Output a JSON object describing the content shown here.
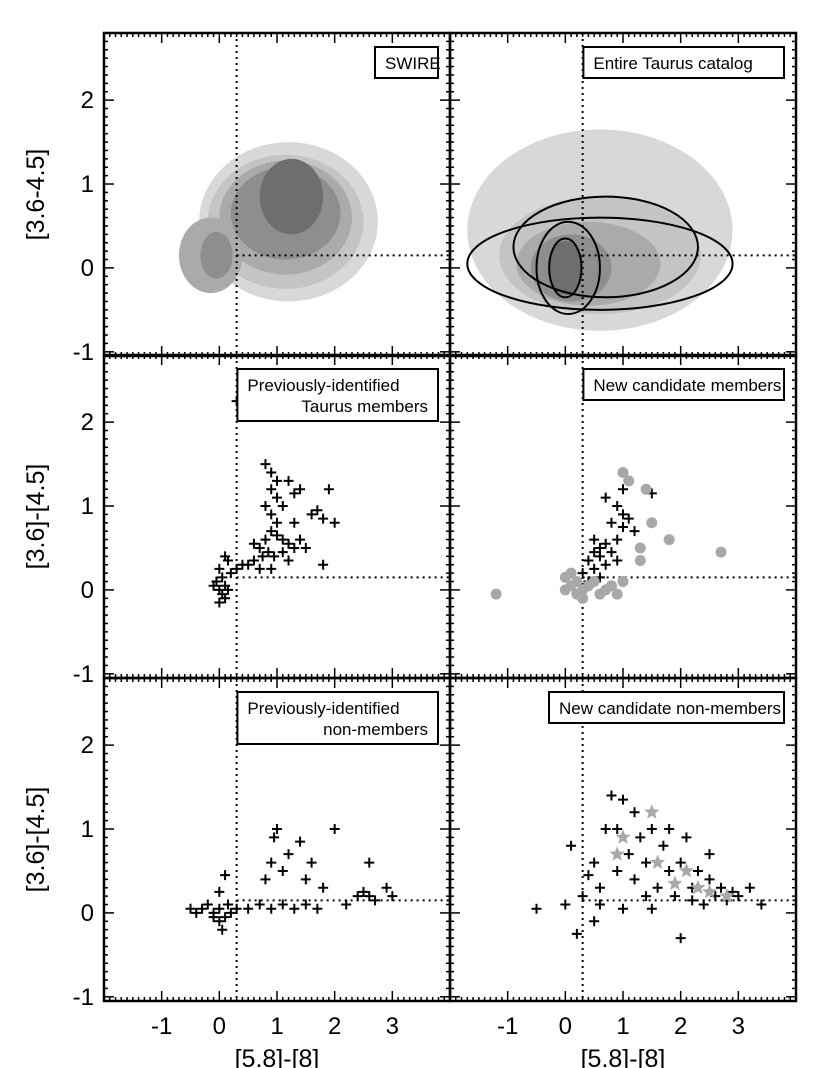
{
  "chart_data": {
    "type": "scatter",
    "layout": "3x2 grid of color-color diagrams",
    "xlim": [
      -2,
      4
    ],
    "ylim": [
      -1.05,
      2.8
    ],
    "x_ticks": [
      "-1",
      "0",
      "1",
      "2",
      "3"
    ],
    "y_ticks": [
      "-1",
      "0",
      "1",
      "2"
    ],
    "y_tick_values": [
      -1,
      0,
      1,
      2
    ],
    "x_tick_values": [
      -1,
      0,
      1,
      2,
      3
    ],
    "xlabel": "[5.8]-[8]",
    "ylabel_top": "[3.6-4.5]",
    "ylabel": "[3.6]-[4.5]",
    "reference_lines": {
      "x": 0.3,
      "y": 0.15,
      "style": "dotted"
    },
    "panels": [
      {
        "legend": [
          "SWIRE"
        ],
        "kind": "filled-density-contours",
        "shades": [
          "#d8d8d8",
          "#c4c4c4",
          "#aaaaaa",
          "#8e8e8e",
          "#6e6e6e"
        ],
        "density_peak": {
          "x": 1.2,
          "y": 0.9
        }
      },
      {
        "legend": [
          "Entire Taurus catalog"
        ],
        "kind": "filled-density-contours-with-line-contours",
        "shades": [
          "#d8d8d8",
          "#c4c4c4",
          "#aaaaaa",
          "#8e8e8e",
          "#6e6e6e"
        ],
        "density_peak": {
          "x": 0.0,
          "y": 0.0
        }
      },
      {
        "legend": [
          "Previously-identified",
          "Taurus members"
        ],
        "series": [
          {
            "marker": "plus",
            "color": "#000000",
            "points": [
              [
                0.3,
                2.25
              ],
              [
                0.8,
                1.5
              ],
              [
                0.9,
                1.4
              ],
              [
                1.0,
                1.3
              ],
              [
                1.2,
                1.3
              ],
              [
                1.4,
                1.2
              ],
              [
                1.3,
                1.15
              ],
              [
                0.9,
                1.2
              ],
              [
                1.0,
                1.1
              ],
              [
                1.1,
                1.0
              ],
              [
                1.9,
                1.2
              ],
              [
                1.6,
                0.9
              ],
              [
                1.8,
                0.85
              ],
              [
                2.0,
                0.8
              ],
              [
                1.7,
                0.95
              ],
              [
                1.8,
                0.3
              ],
              [
                0.8,
                1.0
              ],
              [
                0.9,
                0.9
              ],
              [
                1.0,
                0.8
              ],
              [
                0.9,
                0.7
              ],
              [
                0.8,
                0.6
              ],
              [
                1.0,
                0.65
              ],
              [
                1.1,
                0.6
              ],
              [
                1.2,
                0.55
              ],
              [
                1.3,
                0.5
              ],
              [
                1.1,
                0.45
              ],
              [
                0.95,
                0.4
              ],
              [
                0.85,
                0.45
              ],
              [
                0.7,
                0.5
              ],
              [
                0.75,
                0.4
              ],
              [
                0.6,
                0.35
              ],
              [
                0.5,
                0.3
              ],
              [
                0.4,
                0.3
              ],
              [
                0.3,
                0.25
              ],
              [
                0.2,
                0.2
              ],
              [
                0.15,
                0.35
              ],
              [
                0.1,
                0.4
              ],
              [
                0.0,
                0.25
              ],
              [
                0.05,
                0.15
              ],
              [
                -0.05,
                0.1
              ],
              [
                0.1,
                0.05
              ],
              [
                0.0,
                0.0
              ],
              [
                0.15,
                0.0
              ],
              [
                0.05,
                -0.05
              ],
              [
                0.1,
                -0.1
              ],
              [
                0.0,
                -0.15
              ],
              [
                -0.1,
                0.05
              ],
              [
                1.2,
                0.35
              ],
              [
                1.4,
                0.6
              ],
              [
                1.3,
                0.8
              ],
              [
                0.9,
                0.25
              ],
              [
                0.7,
                0.25
              ],
              [
                0.6,
                0.55
              ],
              [
                1.5,
                0.5
              ]
            ]
          }
        ]
      },
      {
        "legend": [
          "New candidate members"
        ],
        "series": [
          {
            "marker": "plus",
            "color": "#000000",
            "points": [
              [
                0.7,
                1.1
              ],
              [
                0.9,
                1.0
              ],
              [
                1.0,
                0.9
              ],
              [
                1.1,
                0.85
              ],
              [
                0.8,
                0.8
              ],
              [
                1.0,
                0.75
              ],
              [
                1.2,
                0.7
              ],
              [
                0.9,
                0.6
              ],
              [
                0.7,
                0.55
              ],
              [
                0.6,
                0.5
              ],
              [
                0.5,
                0.45
              ],
              [
                0.8,
                0.45
              ],
              [
                0.6,
                0.4
              ],
              [
                0.4,
                0.35
              ],
              [
                0.7,
                0.3
              ],
              [
                0.5,
                0.25
              ],
              [
                0.3,
                0.2
              ],
              [
                0.6,
                0.15
              ],
              [
                0.4,
                0.1
              ],
              [
                1.0,
                1.2
              ],
              [
                1.5,
                1.15
              ],
              [
                1.1,
                1.3
              ],
              [
                0.9,
                0.35
              ],
              [
                0.5,
                0.6
              ]
            ]
          },
          {
            "marker": "circle",
            "color": "#a8a8a8",
            "points": [
              [
                -1.2,
                -0.05
              ],
              [
                0.0,
                0.0
              ],
              [
                0.1,
                0.05
              ],
              [
                0.2,
                0.1
              ],
              [
                0.0,
                0.15
              ],
              [
                0.2,
                -0.05
              ],
              [
                0.3,
                0.0
              ],
              [
                0.4,
                0.05
              ],
              [
                0.5,
                0.1
              ],
              [
                0.6,
                -0.05
              ],
              [
                0.7,
                0.0
              ],
              [
                0.8,
                0.05
              ],
              [
                1.0,
                0.1
              ],
              [
                1.0,
                1.4
              ],
              [
                1.1,
                1.3
              ],
              [
                1.4,
                1.2
              ],
              [
                1.5,
                0.8
              ],
              [
                1.8,
                0.6
              ],
              [
                2.7,
                0.45
              ],
              [
                1.3,
                0.5
              ],
              [
                0.1,
                0.2
              ],
              [
                0.3,
                -0.1
              ],
              [
                0.9,
                -0.05
              ],
              [
                1.3,
                0.35
              ]
            ]
          }
        ]
      },
      {
        "legend": [
          "Previously-identified",
          "non-members"
        ],
        "series": [
          {
            "marker": "plus",
            "color": "#000000",
            "points": [
              [
                -0.5,
                0.05
              ],
              [
                -0.4,
                0.0
              ],
              [
                -0.3,
                0.05
              ],
              [
                -0.2,
                0.1
              ],
              [
                -0.1,
                0.0
              ],
              [
                0.0,
                0.05
              ],
              [
                0.1,
                -0.05
              ],
              [
                0.0,
                -0.1
              ],
              [
                -0.1,
                -0.05
              ],
              [
                0.05,
                -0.2
              ],
              [
                0.15,
                0.1
              ],
              [
                0.2,
                0.0
              ],
              [
                0.3,
                0.05
              ],
              [
                0.0,
                0.25
              ],
              [
                0.1,
                0.45
              ],
              [
                0.5,
                0.05
              ],
              [
                0.7,
                0.1
              ],
              [
                0.9,
                0.05
              ],
              [
                1.1,
                0.1
              ],
              [
                1.3,
                0.05
              ],
              [
                1.5,
                0.1
              ],
              [
                1.7,
                0.05
              ],
              [
                0.9,
                0.6
              ],
              [
                0.95,
                0.9
              ],
              [
                1.0,
                1.0
              ],
              [
                1.2,
                0.7
              ],
              [
                1.4,
                0.85
              ],
              [
                1.6,
                0.6
              ],
              [
                2.0,
                1.0
              ],
              [
                1.5,
                0.4
              ],
              [
                1.8,
                0.3
              ],
              [
                2.6,
                0.6
              ],
              [
                2.5,
                0.25
              ],
              [
                2.6,
                0.2
              ],
              [
                2.7,
                0.15
              ],
              [
                2.9,
                0.3
              ],
              [
                3.0,
                0.2
              ],
              [
                0.8,
                0.4
              ],
              [
                1.1,
                0.5
              ],
              [
                2.2,
                0.1
              ],
              [
                2.4,
                0.2
              ]
            ]
          }
        ]
      },
      {
        "legend": [
          "New candidate non-members"
        ],
        "series": [
          {
            "marker": "plus",
            "color": "#000000",
            "points": [
              [
                -0.5,
                0.05
              ],
              [
                0.0,
                0.1
              ],
              [
                0.1,
                0.8
              ],
              [
                0.2,
                -0.25
              ],
              [
                0.3,
                0.2
              ],
              [
                0.4,
                0.45
              ],
              [
                0.5,
                0.6
              ],
              [
                0.6,
                0.1
              ],
              [
                0.7,
                1.0
              ],
              [
                0.8,
                1.4
              ],
              [
                0.9,
                1.0
              ],
              [
                1.0,
                1.35
              ],
              [
                1.1,
                0.7
              ],
              [
                1.2,
                0.4
              ],
              [
                1.3,
                0.9
              ],
              [
                1.4,
                0.6
              ],
              [
                1.5,
                1.0
              ],
              [
                1.6,
                0.3
              ],
              [
                1.7,
                0.8
              ],
              [
                1.8,
                0.5
              ],
              [
                1.9,
                0.2
              ],
              [
                2.0,
                0.6
              ],
              [
                2.1,
                0.9
              ],
              [
                2.2,
                0.3
              ],
              [
                2.3,
                0.5
              ],
              [
                2.4,
                0.1
              ],
              [
                2.5,
                0.4
              ],
              [
                2.6,
                0.2
              ],
              [
                2.7,
                0.3
              ],
              [
                2.8,
                0.15
              ],
              [
                2.9,
                0.25
              ],
              [
                3.0,
                0.2
              ],
              [
                3.2,
                0.3
              ],
              [
                3.4,
                0.1
              ],
              [
                2.0,
                -0.3
              ],
              [
                1.0,
                0.05
              ],
              [
                1.5,
                0.05
              ],
              [
                0.5,
                -0.1
              ],
              [
                1.2,
                1.2
              ],
              [
                0.9,
                0.5
              ],
              [
                2.5,
                0.7
              ],
              [
                1.8,
                1.0
              ],
              [
                1.4,
                0.2
              ],
              [
                0.6,
                0.3
              ],
              [
                2.2,
                0.15
              ]
            ]
          },
          {
            "marker": "star",
            "color": "#a8a8a8",
            "points": [
              [
                1.5,
                1.2
              ],
              [
                1.0,
                0.9
              ],
              [
                0.9,
                0.7
              ],
              [
                1.6,
                0.6
              ],
              [
                2.1,
                0.5
              ],
              [
                2.3,
                0.3
              ],
              [
                2.5,
                0.25
              ],
              [
                2.8,
                0.2
              ],
              [
                1.9,
                0.35
              ]
            ]
          }
        ]
      }
    ]
  }
}
